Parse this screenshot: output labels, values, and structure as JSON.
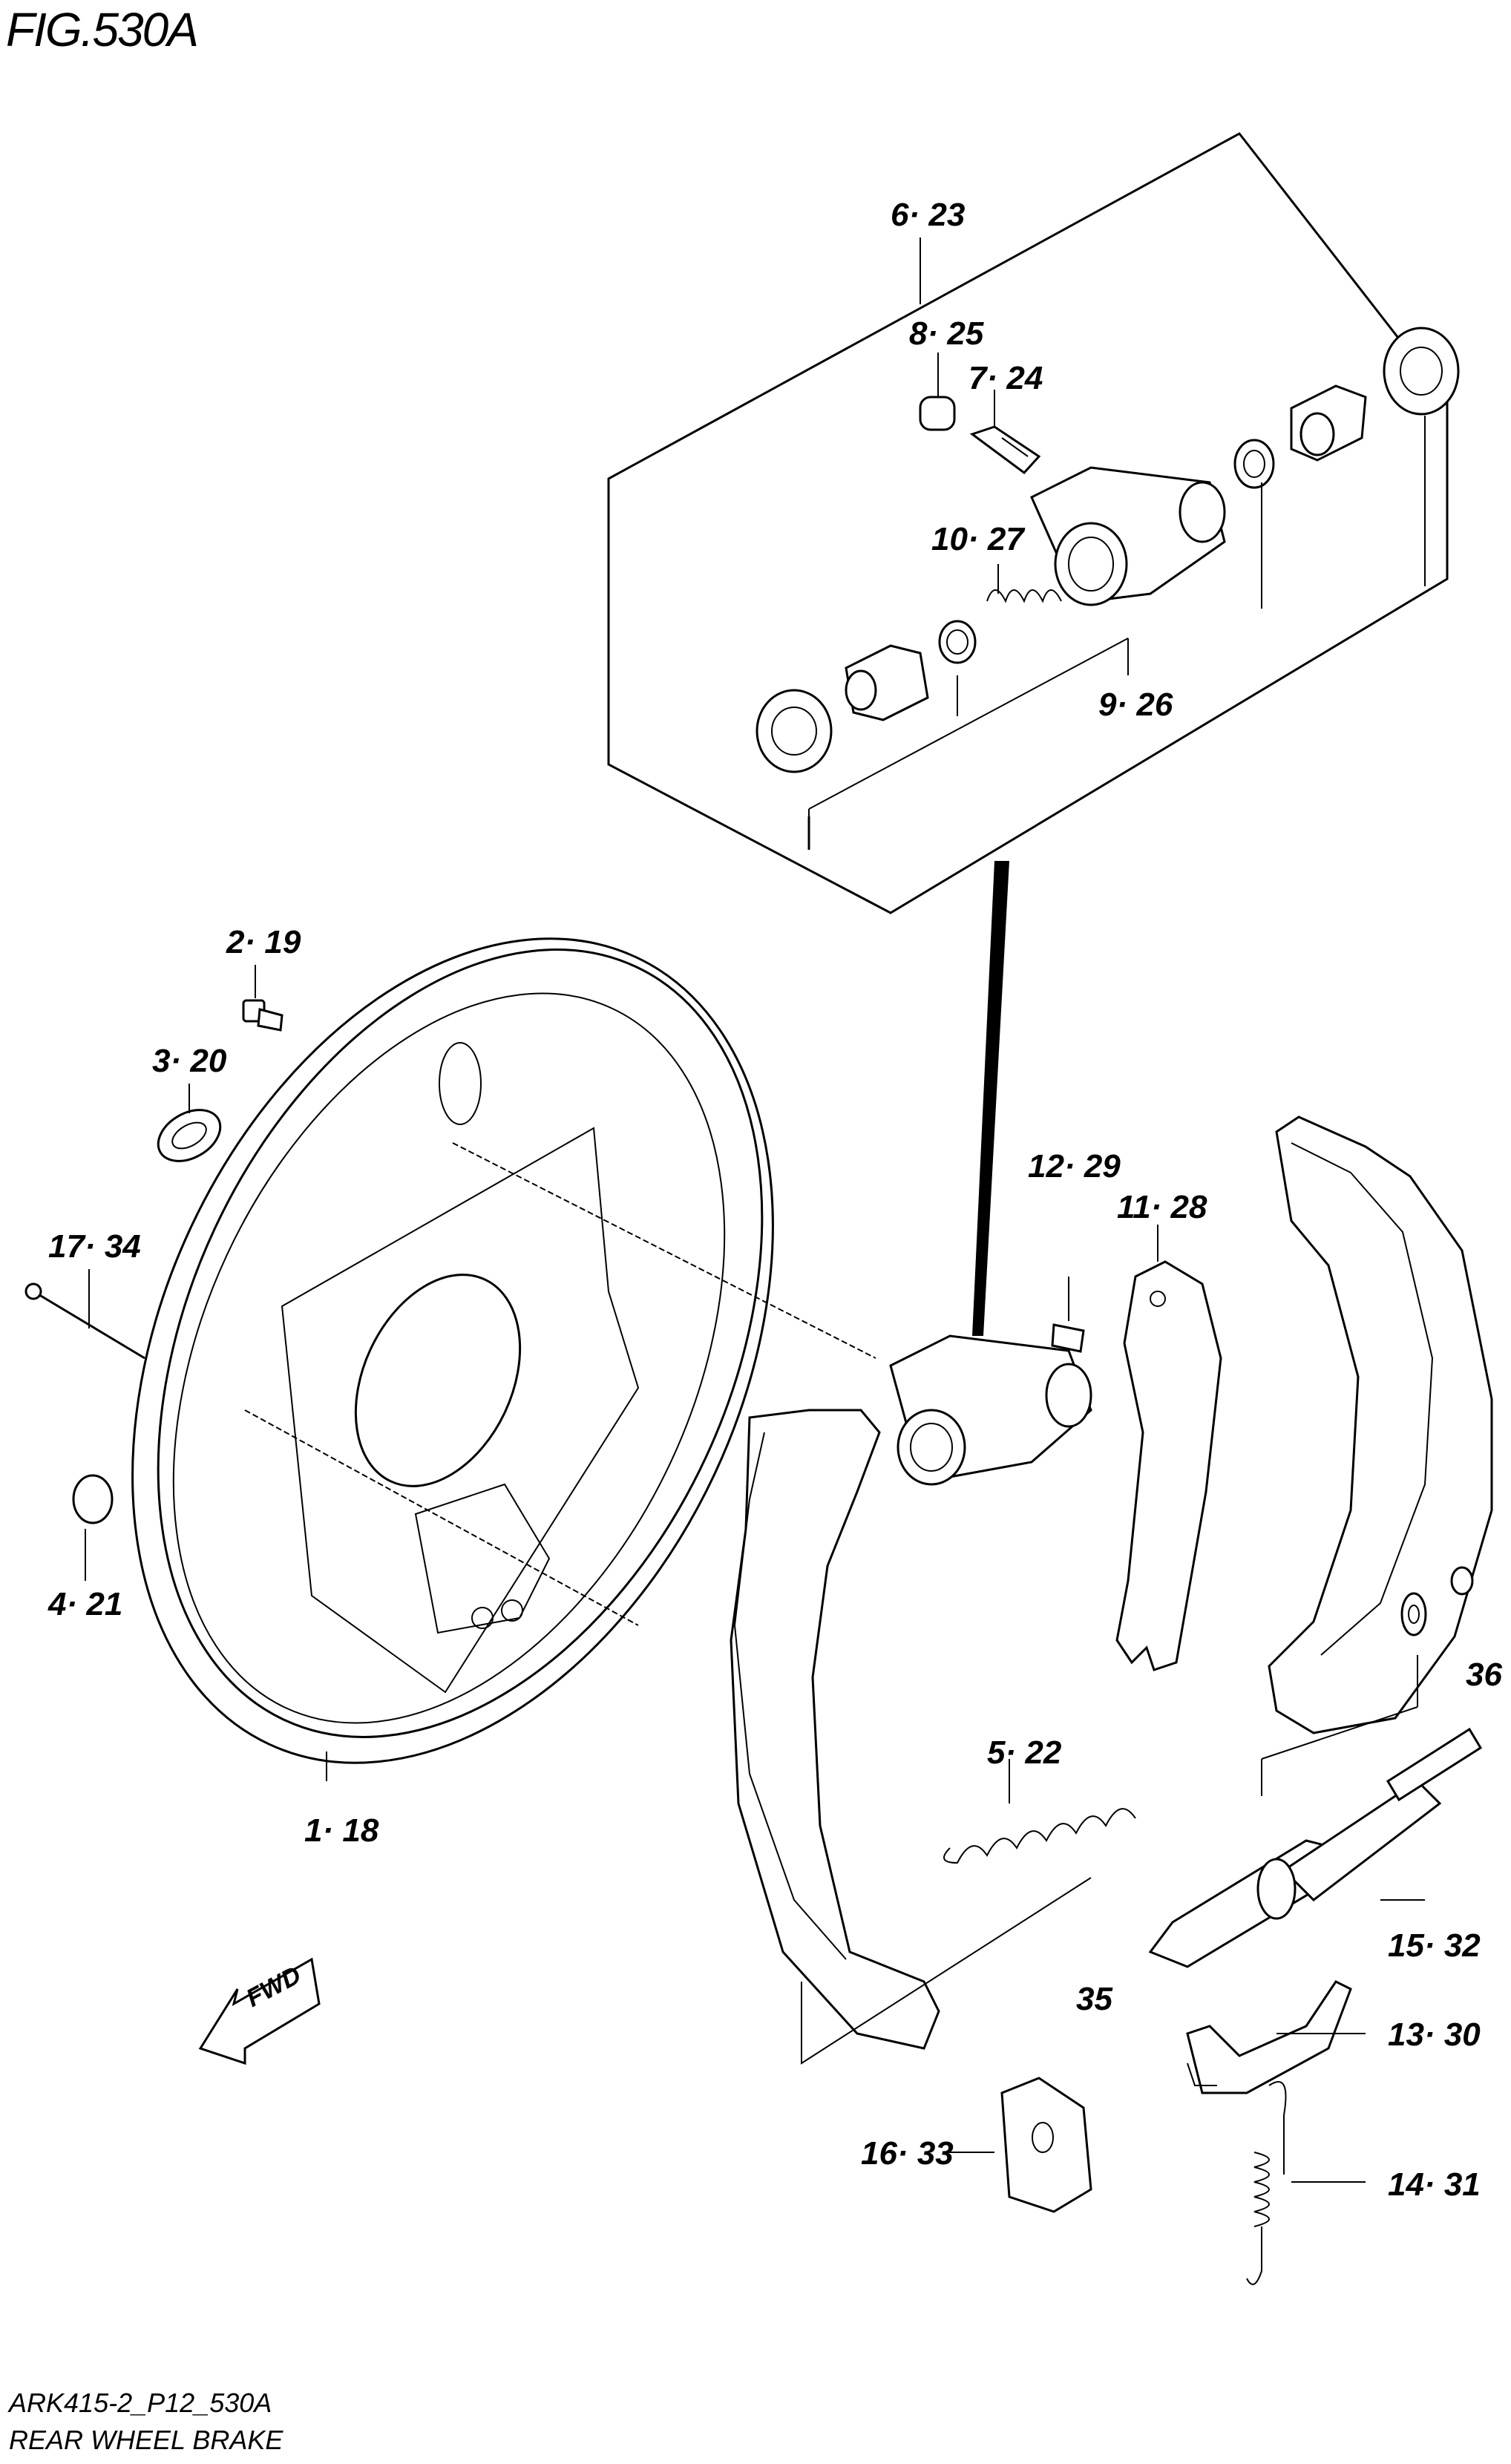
{
  "figure": {
    "title": "FIG.530A",
    "drawing_code": "ARK415-2_P12_530A",
    "caption": "REAR WHEEL BRAKE"
  },
  "direction_arrow": {
    "label": "FWD"
  },
  "callouts": {
    "c_6_23": "6· 23",
    "c_8_25": "8· 25",
    "c_7_24": "7· 24",
    "c_10_27": "10· 27",
    "c_9_26": "9· 26",
    "c_2_19": "2· 19",
    "c_3_20": "3· 20",
    "c_17_34": "17· 34",
    "c_4_21": "4· 21",
    "c_1_18": "1· 18",
    "c_12_29": "12· 29",
    "c_11_28": "11· 28",
    "c_36": "36",
    "c_5_22": "5· 22",
    "c_15_32": "15· 32",
    "c_35": "35",
    "c_13_30": "13· 30",
    "c_16_33": "16· 33",
    "c_14_31": "14· 31"
  }
}
